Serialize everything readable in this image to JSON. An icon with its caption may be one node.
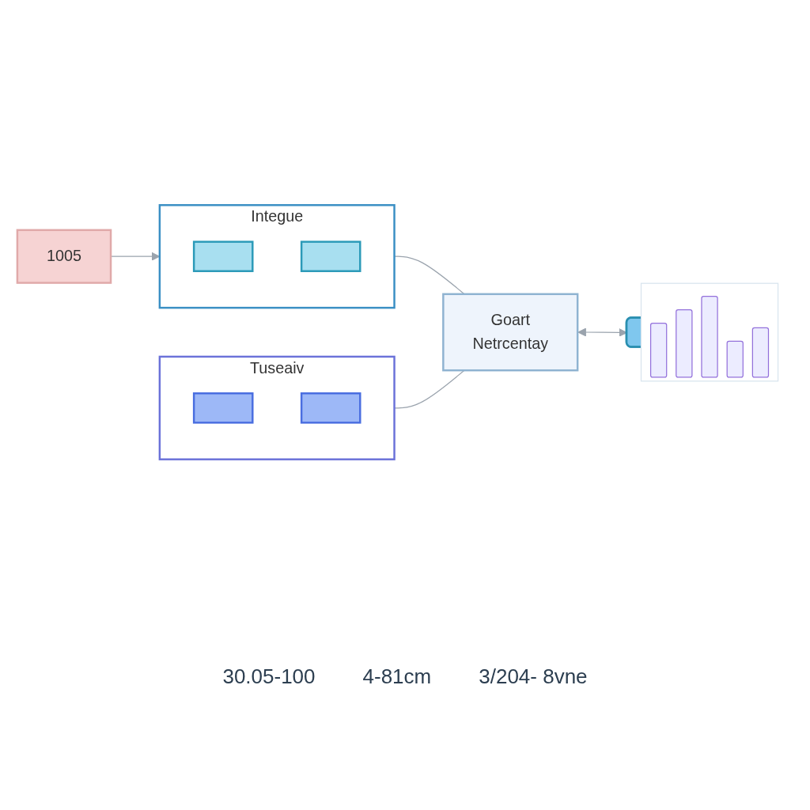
{
  "diagram": {
    "nodes": [
      {
        "text": [
          "1005"
        ]
      },
      {
        "text": [
          "Integue"
        ]
      },
      {
        "text": [],
        "shape": "box",
        "in": 1
      },
      {
        "text": [],
        "shape": "box",
        "in": 1
      },
      {
        "text": [
          "Tuseaiv"
        ]
      },
      {
        "text": [],
        "shape": "box",
        "in": 4
      },
      {
        "text": [],
        "shape": "box",
        "in": 4
      },
      {
        "text": [
          "Goart",
          "Netrcentay"
        ]
      },
      {
        "text": [],
        "shape": "picture"
      }
    ],
    "edges": [
      {
        "from": 0,
        "to": 1,
        "arrow": "to"
      },
      {
        "from": 1,
        "to": 7,
        "arrow": "none"
      },
      {
        "from": 4,
        "to": 7,
        "arrow": "none"
      },
      {
        "from": 7,
        "to": 8,
        "arrow": "both"
      }
    ],
    "labels": [
      "30.05-100",
      "4-81cm",
      "3/204- 8vne"
    ]
  }
}
